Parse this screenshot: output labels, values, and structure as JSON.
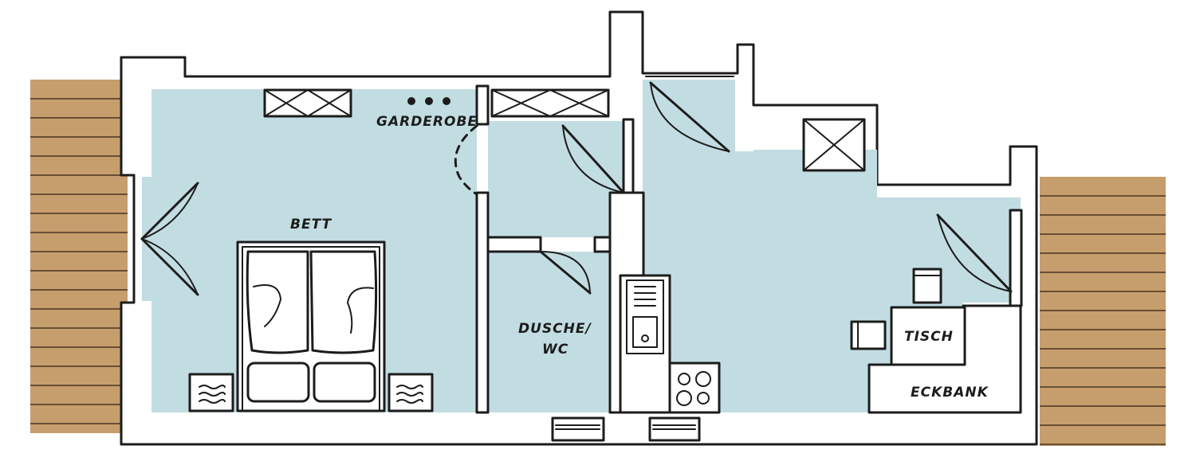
{
  "plan": {
    "colors": {
      "room_fill": "#c2dde2",
      "terrace_fill": "#c69e6d",
      "wall_fill": "#ffffff",
      "line": "#1c1c1c"
    },
    "labels": {
      "garderobe": "GARDEROBE",
      "bett": "BETT",
      "dusche_line1": "DUSCHE/",
      "dusche_line2": "WC",
      "tisch": "TISCH",
      "eckbank": "ECKBANK"
    },
    "icons": {
      "wardrobe": "cross-box",
      "hooks": "three-dots",
      "door": "quarter-arc",
      "sink": "rectangular-basin",
      "stove": "four-burner-hob"
    }
  }
}
